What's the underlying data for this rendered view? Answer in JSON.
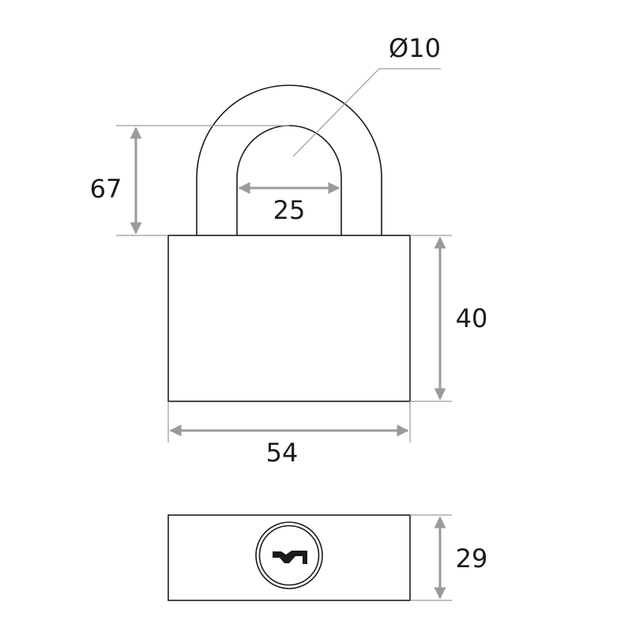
{
  "drawing": {
    "subject": "padlock",
    "dimensions": {
      "shackle_diameter": "Ø10",
      "shackle_clearance_height": "67",
      "shackle_inner_width": "25",
      "body_height": "40",
      "body_width": "54",
      "body_thickness": "29"
    },
    "colors": {
      "outline": "#1a1a1a",
      "dimension": "#9a9a9a"
    }
  }
}
